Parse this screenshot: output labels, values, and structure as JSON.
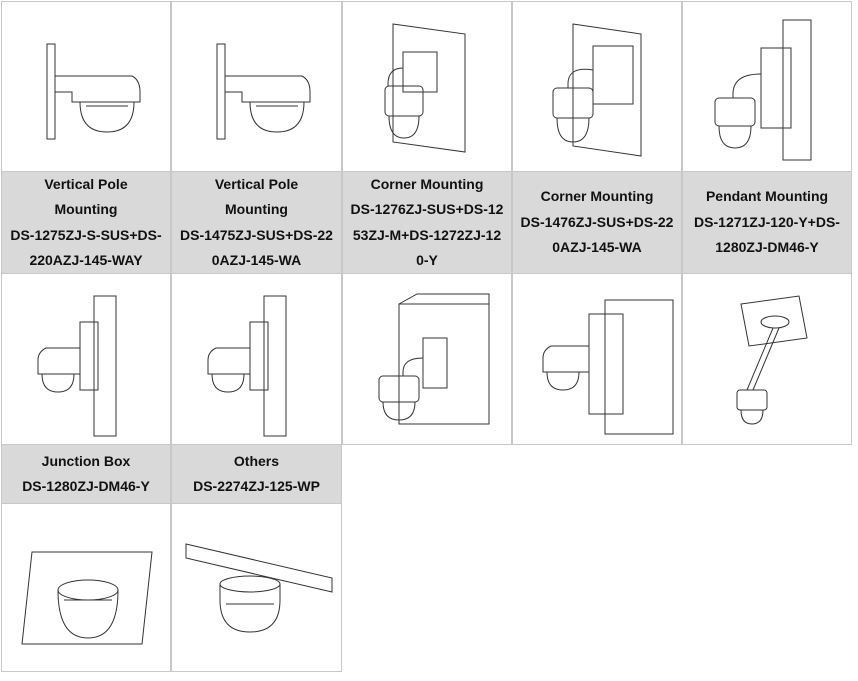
{
  "items": [
    {
      "lines": [
        "Vertical Pole",
        "Mounting",
        "DS-1275ZJ-S-SUS+DS-",
        "220AZJ-145-WAY"
      ],
      "icon": "wall-mount-dome-icon"
    },
    {
      "lines": [
        "Vertical Pole",
        "Mounting",
        "DS-1475ZJ-SUS+DS-22",
        "0AZJ-145-WA"
      ],
      "icon": "wall-mount-dome-icon"
    },
    {
      "lines": [
        "Corner Mounting",
        "DS-1276ZJ-SUS+DS-12",
        "53ZJ-M+DS-1272ZJ-12",
        "0-Y"
      ],
      "icon": "wall-mount-dome-box-icon"
    },
    {
      "lines": [
        "Corner Mounting",
        "DS-1476ZJ-SUS+DS-22",
        "0AZJ-145-WA"
      ],
      "icon": "wall-mount-dome-box-icon"
    },
    {
      "lines": [
        "Pendant Mounting",
        "DS-1271ZJ-120-Y+DS-",
        "1280ZJ-DM46-Y"
      ],
      "icon": "pole-mount-dome-icon"
    },
    {
      "lines": [
        "Junction Box",
        "DS-1280ZJ-DM46-Y"
      ],
      "icon": "pole-mount-dome-icon"
    },
    {
      "lines": [
        "Others",
        "DS-2274ZJ-125-WP"
      ],
      "icon": "pole-mount-dome-icon"
    }
  ]
}
